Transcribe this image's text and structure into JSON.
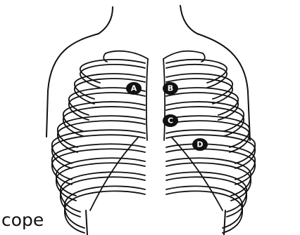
{
  "diagram": {
    "caption": "cope",
    "markers": [
      {
        "id": "A",
        "label": "A"
      },
      {
        "id": "B",
        "label": "B"
      },
      {
        "id": "C",
        "label": "C"
      },
      {
        "id": "D",
        "label": "D"
      }
    ]
  }
}
